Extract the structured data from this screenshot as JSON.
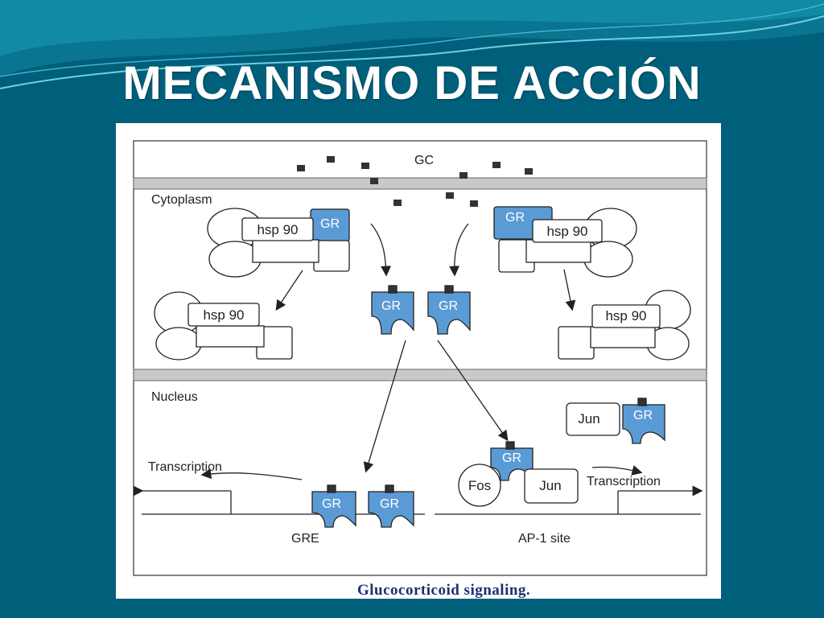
{
  "slide": {
    "title": "MECANISMO DE ACCIÓN",
    "colors": {
      "background": "#005f7a",
      "wave": "#0f8aa6",
      "title": "#ffffff"
    }
  },
  "diagram": {
    "labels": {
      "gc": "GC",
      "cytoplasm": "Cytoplasm",
      "nucleus": "Nucleus",
      "gre": "GRE",
      "ap1": "AP-1 site",
      "transcription_left": "Transcription",
      "transcription_right": "Transcription"
    },
    "proteins": {
      "gr": "GR",
      "hsp": "hsp 90",
      "jun": "Jun",
      "fos": "Fos"
    },
    "colors": {
      "gr": "#5b9bd5",
      "ligand": "#333333",
      "membrane": "#c9c9c9"
    },
    "caption": "Glucocorticoid signaling."
  }
}
